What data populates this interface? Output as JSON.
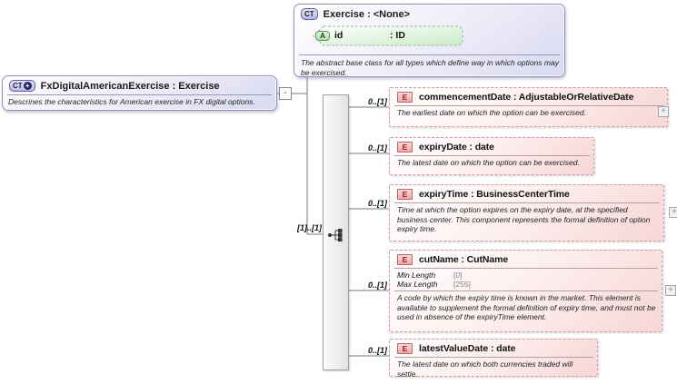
{
  "icons": {
    "complex_type": "CT",
    "attribute": "A",
    "element": "E",
    "expand": "+",
    "collapse": "-",
    "plus_badge": "+"
  },
  "root_box": {
    "title": "FxDigitalAmericanExercise : Exercise",
    "description": "Descrines the characteristics for American exercise in FX digital options."
  },
  "base_box": {
    "title": "Exercise : <None>",
    "attribute": {
      "name": "id",
      "type": ": ID"
    },
    "description": "The abstract base class for all types which define way in which options may be exercised."
  },
  "sequence": {
    "cardinality": "[1]..[1]"
  },
  "elements": [
    {
      "title": "commencementDate : AdjustableOrRelativeDate",
      "cardinality": "0..[1]",
      "description": "The earliest date on which the option can be exercised."
    },
    {
      "title": "expiryDate : date",
      "cardinality": "0..[1]",
      "description": "The latest date on which the option can be exercised."
    },
    {
      "title": "expiryTime : BusinessCenterTime",
      "cardinality": "0..[1]",
      "description": "Time at which the option expires on the expiry date, at the specified business center. This component represents the formal definition of option expiry time."
    },
    {
      "title": "cutName : CutName",
      "cardinality": "0..[1]",
      "facets": [
        {
          "label": "Min Length",
          "value": "[0]"
        },
        {
          "label": "Max Length",
          "value": "[255]"
        }
      ],
      "description": "A code by which the expiry time is known in the market. This element is available to supplement the formal definition of expiry time, and must not be used in absence of the expiryTime element."
    },
    {
      "title": "latestValueDate : date",
      "cardinality": "0..[1]",
      "description": "The latest date on which both currencies traded will settle."
    }
  ]
}
